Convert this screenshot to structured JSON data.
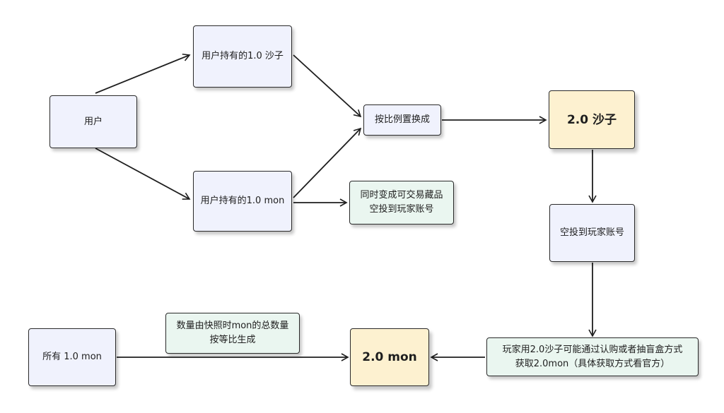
{
  "nodes": {
    "user": "用户",
    "user_sand": "用户持有的1.0 沙子",
    "user_mon": "用户持有的1.0 mon",
    "convert": "按比例置换成",
    "sand2": "2.0 沙子",
    "collectible_line1": "同时变成可交易藏品",
    "collectible_line2": "空投到玩家账号",
    "airdrop": "空投到玩家账号",
    "player_line1": "玩家用2.0沙子可能通过认购或者抽盲盒方式",
    "player_line2": "获取2.0mon（具体获取方式看官方）",
    "mon2": "2.0 mon",
    "all_mon": "所有 1.0 mon",
    "edge_label_line1": "数量由快照时mon的总数量",
    "edge_label_line2": "按等比生成"
  },
  "colors": {
    "node_fill": "#f0f2fd",
    "key_fill": "#fdf1d0",
    "note_fill": "#eaf6f0",
    "stroke": "#2a2a2a"
  }
}
